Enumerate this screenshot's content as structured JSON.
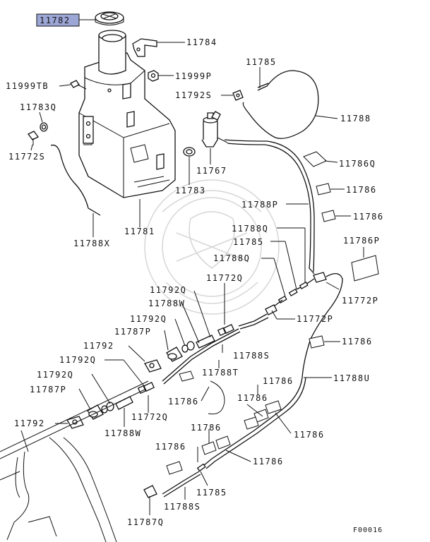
{
  "labels": {
    "l11782": "11782",
    "l11784": "11784",
    "l11999TB": "11999TB",
    "l11999P": "11999P",
    "l11785_top": "11785",
    "l11792S": "11792S",
    "l11783Q": "11783Q",
    "l11788": "11788",
    "l11772S": "11772S",
    "l11767": "11767",
    "l11786Q": "11786Q",
    "l11783": "11783",
    "l11786_a": "11786",
    "l11788P": "11788P",
    "l11786_b": "11786",
    "l11781": "11781",
    "l11788X": "11788X",
    "l11788Q_a": "11788Q",
    "l11786P": "11786P",
    "l11785_mid": "11785",
    "l11788Q_b": "11788Q",
    "l11772Q_a": "11772Q",
    "l11772P_a": "11772P",
    "l11792Q_a": "11792Q",
    "l11788W_a": "11788W",
    "l11772P_b": "11772P",
    "l11792Q_b": "11792Q",
    "l11786_c": "11786",
    "l11787P_a": "11787P",
    "l11792_a": "11792",
    "l11788S_a": "11788S",
    "l11792Q_c": "11792Q",
    "l11788T": "11788T",
    "l11788U": "11788U",
    "l11792Q_d": "11792Q",
    "l11786_d": "11786",
    "l11786_e": "11786",
    "l11787P_b": "11787P",
    "l11772Q_b": "11772Q",
    "l11792_b": "11792",
    "l11786_f": "11786",
    "l11788W_b": "11788W",
    "l11786_g": "11786",
    "l11786_h": "11786",
    "l11786_i": "11786",
    "l11785_bot": "11785",
    "l11788S_b": "11788S",
    "l11787Q": "11787Q",
    "code": "F00016"
  },
  "highlight_color": "#9da7d6"
}
